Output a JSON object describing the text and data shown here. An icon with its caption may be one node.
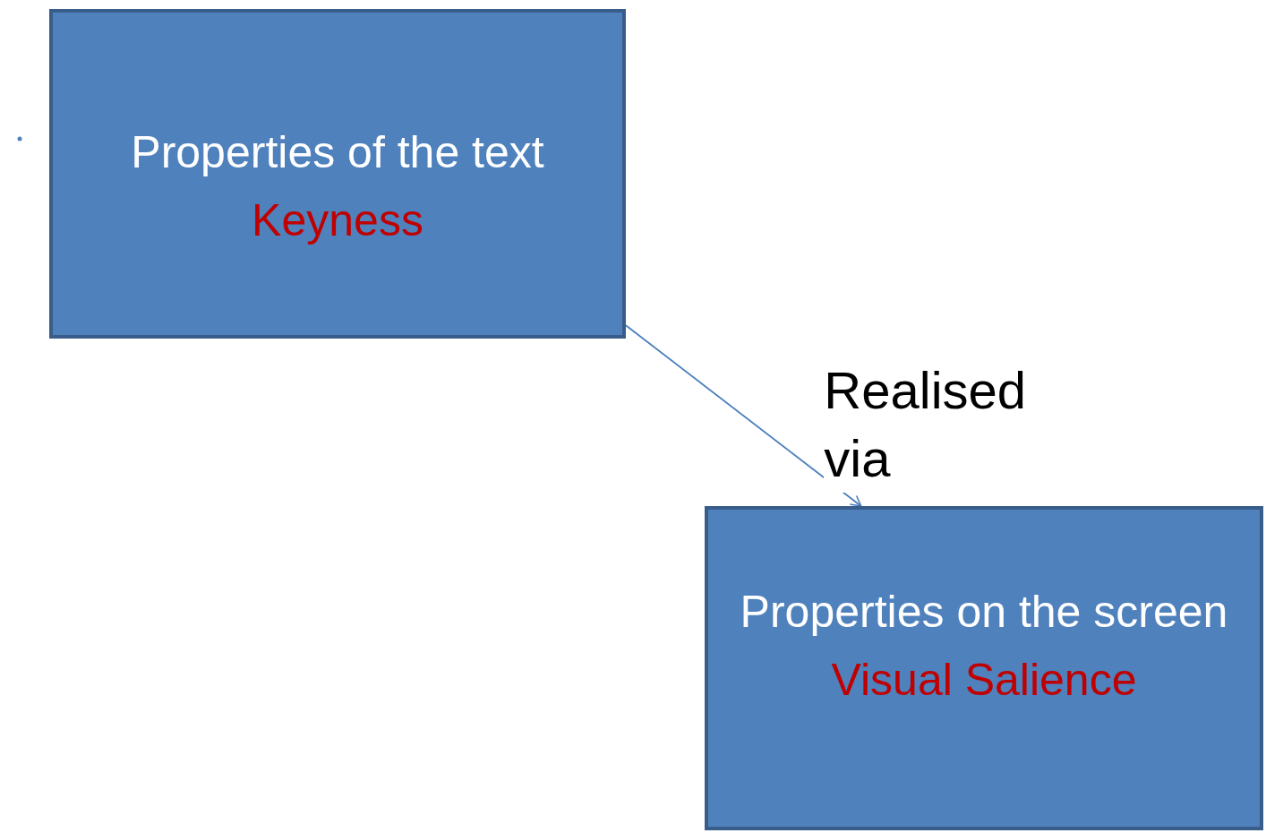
{
  "diagram": {
    "nodes": [
      {
        "text": [
          "Properties of the text",
          "Keyness"
        ]
      },
      {
        "text": [
          "Properties on the screen",
          "Visual Salience"
        ]
      }
    ],
    "edges": [
      {
        "from": 0,
        "to": 1,
        "arrow": "to",
        "label": "Realised via"
      }
    ]
  }
}
